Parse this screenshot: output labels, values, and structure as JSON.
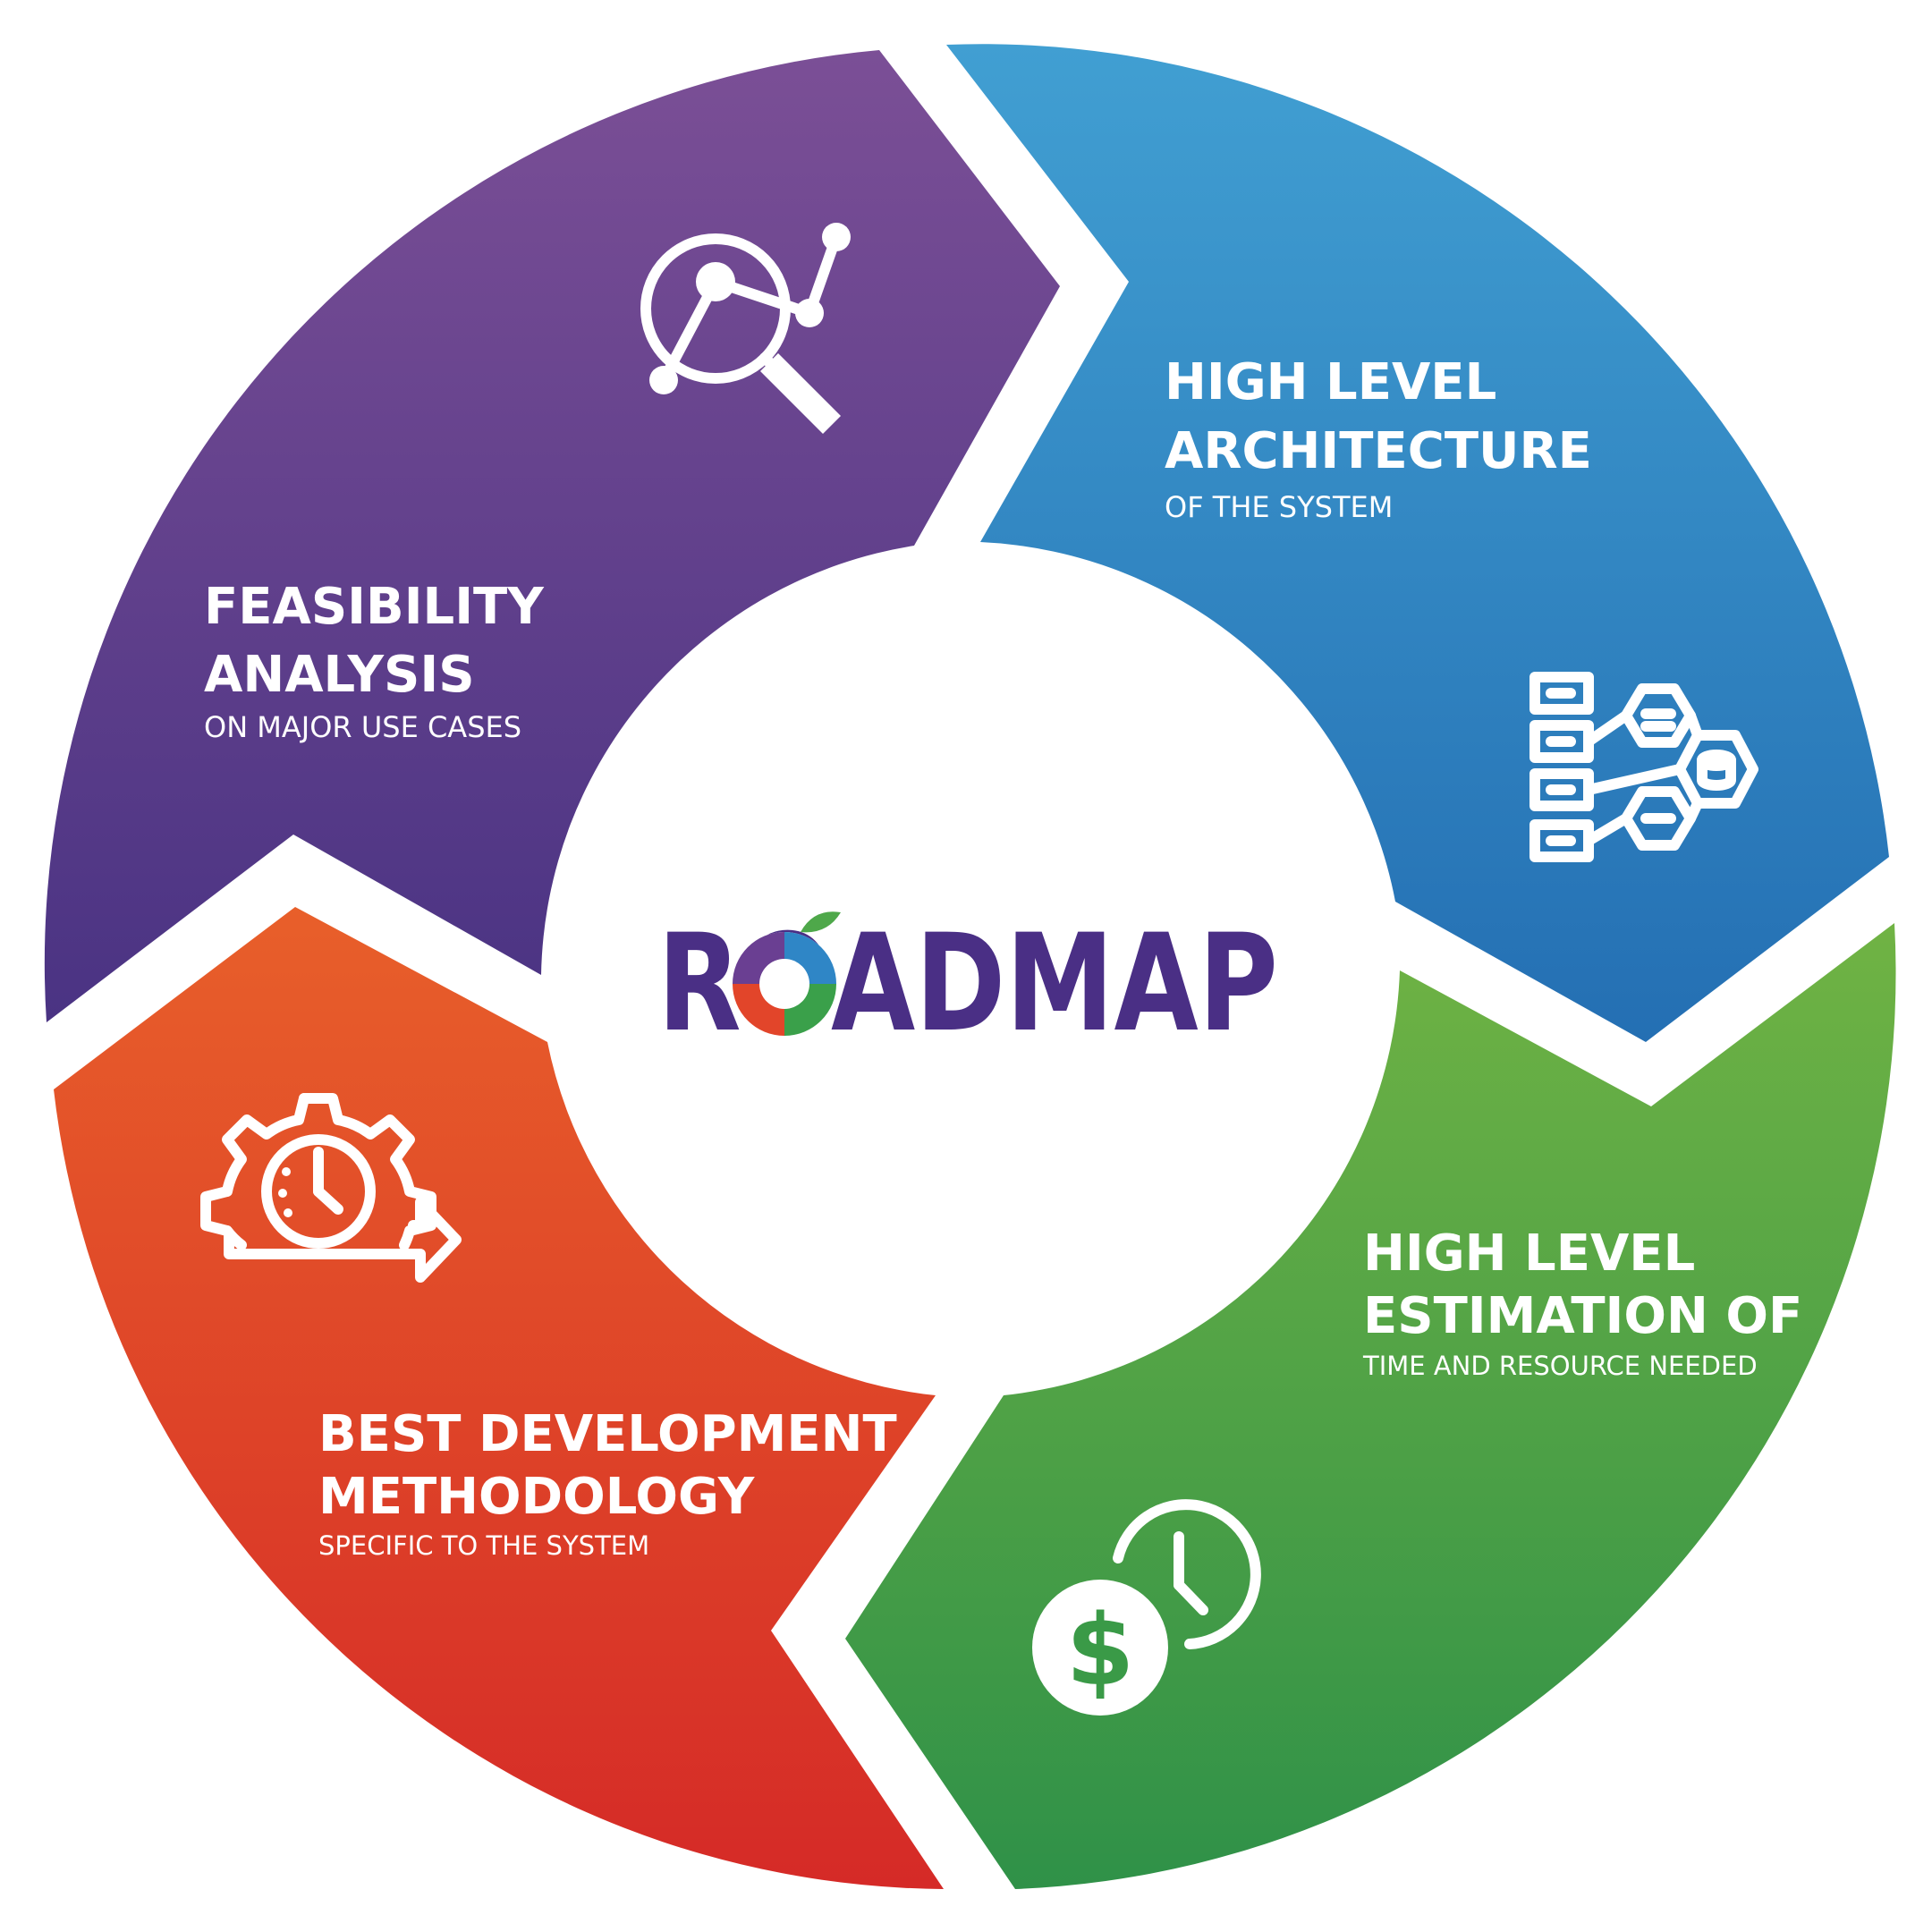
{
  "center": {
    "logo_text": "ROADMAP",
    "logo_color": "#4a2f85"
  },
  "segments": [
    {
      "key": "feasibility",
      "title_line1": "FEASIBILITY",
      "title_line2": "ANALYSIS",
      "subtitle": "ON MAJOR USE CASES",
      "icon": "magnifier-network-icon",
      "color_top": "#7b4f96",
      "color_bottom": "#4a3383"
    },
    {
      "key": "architecture",
      "title_line1": "HIGH LEVEL",
      "title_line2": "ARCHITECTURE",
      "subtitle": "OF THE SYSTEM",
      "icon": "server-architecture-icon",
      "color_top": "#419fd2",
      "color_bottom": "#246fb3"
    },
    {
      "key": "estimation",
      "title_line1": "HIGH LEVEL",
      "title_line2": "ESTIMATION OF",
      "subtitle": "TIME AND RESOURCE NEEDED",
      "icon": "money-time-icon",
      "color_top": "#70b344",
      "color_bottom": "#2f9148"
    },
    {
      "key": "methodology",
      "title_line1": "BEST DEVELOPMENT",
      "title_line2": "METHODOLOGY",
      "subtitle": "SPECIFIC TO THE SYSTEM",
      "icon": "gear-clock-arrow-icon",
      "color_top": "#e85f2a",
      "color_bottom": "#d52a27"
    }
  ]
}
